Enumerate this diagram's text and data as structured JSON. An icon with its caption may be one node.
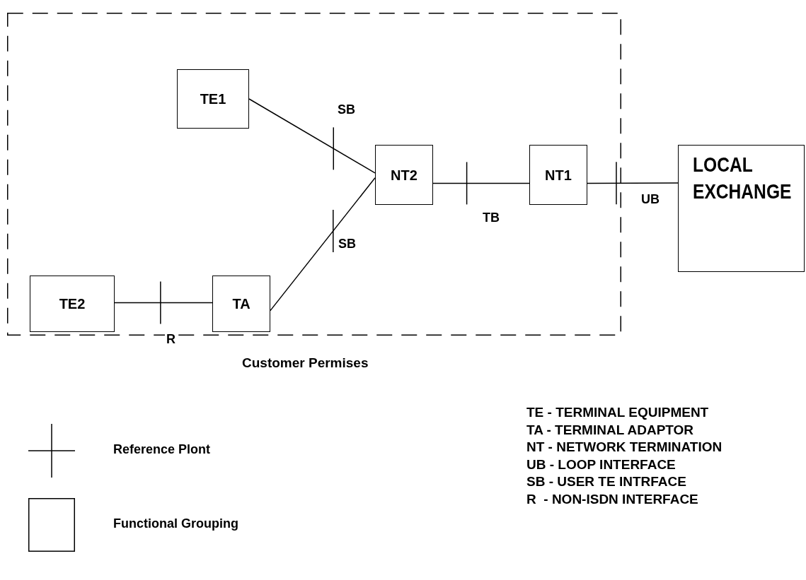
{
  "diagram": {
    "nodes": [
      {
        "text": [
          "Customer Permises"
        ]
      },
      {
        "text": [
          "TE1"
        ],
        "in": 0
      },
      {
        "text": [
          "NT2"
        ],
        "in": 0
      },
      {
        "text": [
          "NT1"
        ],
        "in": 0
      },
      {
        "text": [
          "TE2"
        ],
        "in": 0
      },
      {
        "text": [
          "TA"
        ],
        "in": 0
      },
      {
        "text": [
          "LOCAL EXCHANGE"
        ]
      }
    ],
    "edges": [
      {
        "from": 1,
        "to": 2,
        "arrow": "none",
        "label": "SB"
      },
      {
        "from": 5,
        "to": 2,
        "arrow": "none",
        "label": "SB"
      },
      {
        "from": 4,
        "to": 5,
        "arrow": "none",
        "label": "R"
      },
      {
        "from": 2,
        "to": 3,
        "arrow": "none",
        "label": "TB"
      },
      {
        "from": 3,
        "to": 6,
        "arrow": "none",
        "label": "UB"
      }
    ],
    "labels": [
      "TE - TERMINAL EQUIPMENT",
      "TA - TERMINAL ADAPTOR",
      "NT - NETWORK TERMINATION",
      "UB - LOOP INTERFACE",
      "SB - USER TE INTRFACE",
      "R  - NON-ISDN INTERFACE"
    ],
    "legend": [
      {
        "text": "Reference Plont"
      },
      {
        "text": "Functional Grouping"
      }
    ]
  }
}
